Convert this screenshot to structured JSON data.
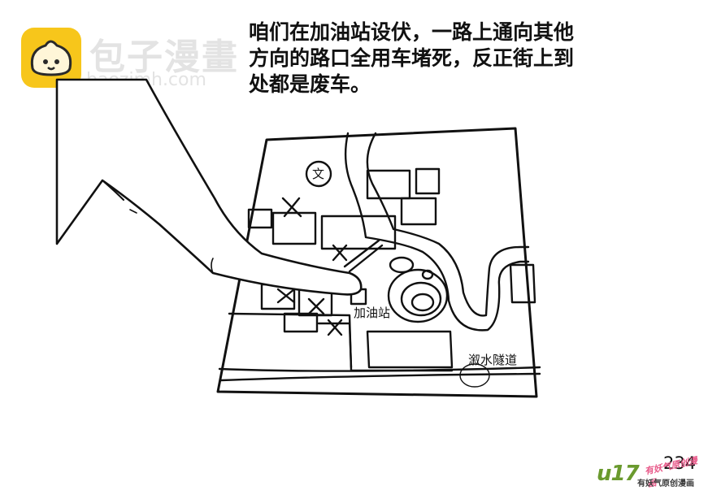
{
  "watermark": {
    "site_name": "包子漫畫",
    "site_url": "baozimh.com",
    "logo_icon": "bun-face-icon",
    "logo_color": "#f7c61b"
  },
  "narration": {
    "lines": [
      "咱们在加油站设伏，一路上通向其他",
      "方向的路口全用车堵死，反正街上到",
      "处都是废车。"
    ]
  },
  "map": {
    "school_mark": "文",
    "gas_station_label": "加油站",
    "tunnel_label": "溆水隧道"
  },
  "page_number": "234",
  "publisher": {
    "logo_text": "u17",
    "slogan": "有妖气原创漫画",
    "tagline": "有妖气原创漫画",
    "accent_color": "#6a9a2e"
  }
}
